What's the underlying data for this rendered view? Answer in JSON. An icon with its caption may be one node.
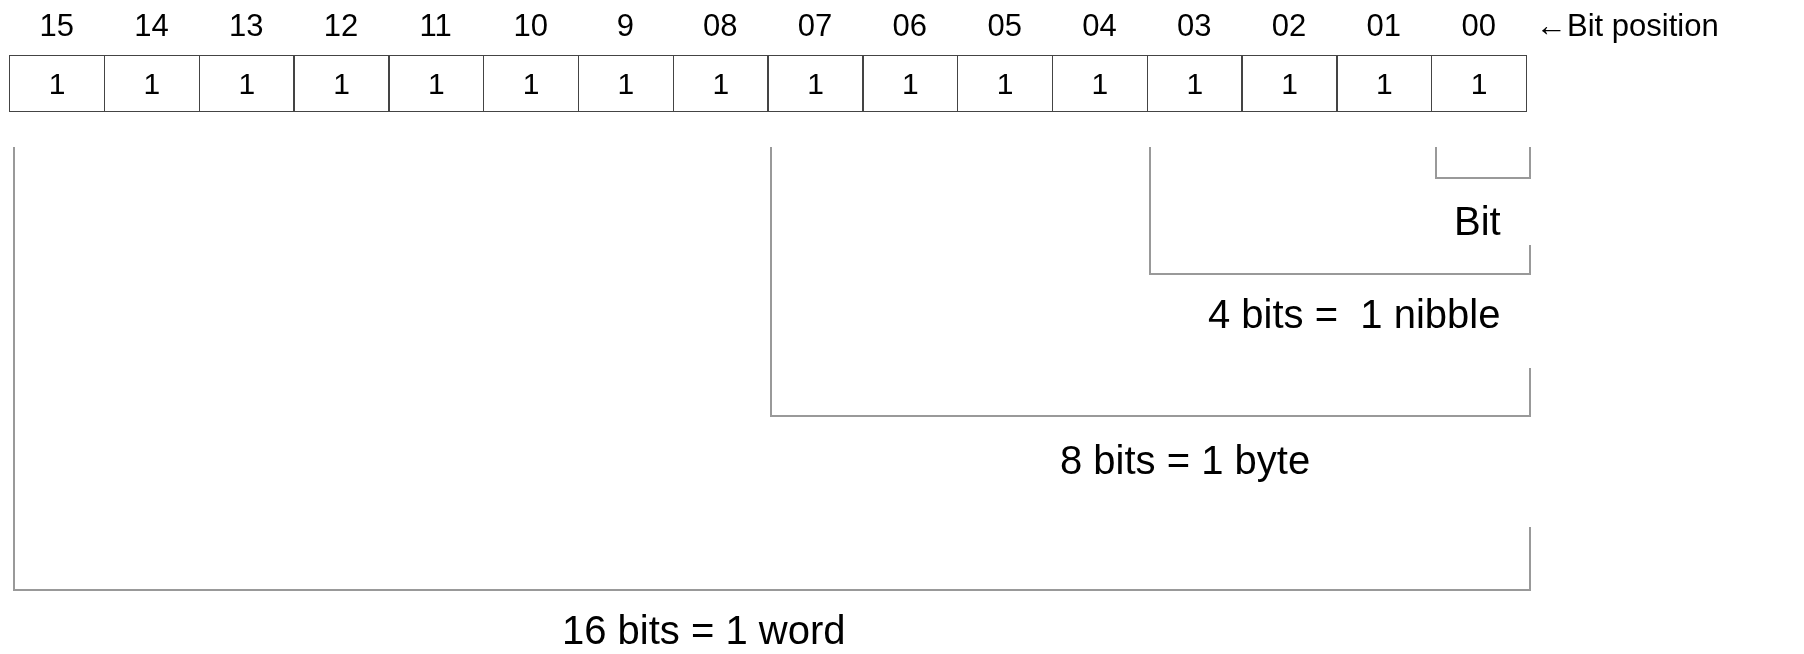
{
  "diagram": {
    "labels": [
      "15",
      "14",
      "13",
      "12",
      "11",
      "10",
      "9",
      "08",
      "07",
      "06",
      "05",
      "04",
      "03",
      "02",
      "01",
      "00",
      "←Bit position",
      "1",
      "1",
      "1",
      "1",
      "1",
      "1",
      "1",
      "1",
      "1",
      "1",
      "1",
      "1",
      "1",
      "1",
      "1",
      "1",
      "Bit",
      "4 bits =  1 nibble",
      "8 bits = 1 byte",
      "16 bits = 1 word"
    ]
  }
}
